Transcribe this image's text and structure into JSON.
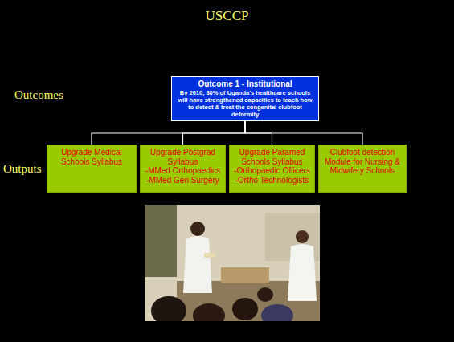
{
  "diagram": {
    "title": "USCCP",
    "nodes": [
      {
        "text": [
          "Outcome 1 - Institutional",
          "By 2010, 80% of Uganda's healthcare schools will have strengthened capacities to teach how to detect & treat the congenital clubfoot deformity"
        ]
      },
      {
        "text": [
          "Upgrade Medical Schools Syllabus"
        ]
      },
      {
        "text": [
          "Upgrade Postgrad Syllabus",
          "-MMed Orthopaedics",
          "-MMed Gen Surgery"
        ]
      },
      {
        "text": [
          "Upgrade Paramed Schools Syllabus",
          "-Orthopaedic Officers",
          "-Ortho Technologists"
        ]
      },
      {
        "text": [
          "Clubfoot detection Module for Nursing & Midwifery Schools"
        ]
      }
    ],
    "edges": [
      {
        "from": 0,
        "to": 1,
        "arrow": "none"
      },
      {
        "from": 0,
        "to": 2,
        "arrow": "none"
      },
      {
        "from": 0,
        "to": 3,
        "arrow": "none"
      },
      {
        "from": 0,
        "to": 4,
        "arrow": "none"
      }
    ],
    "labels": [
      "Outcomes",
      "Outputs"
    ]
  }
}
